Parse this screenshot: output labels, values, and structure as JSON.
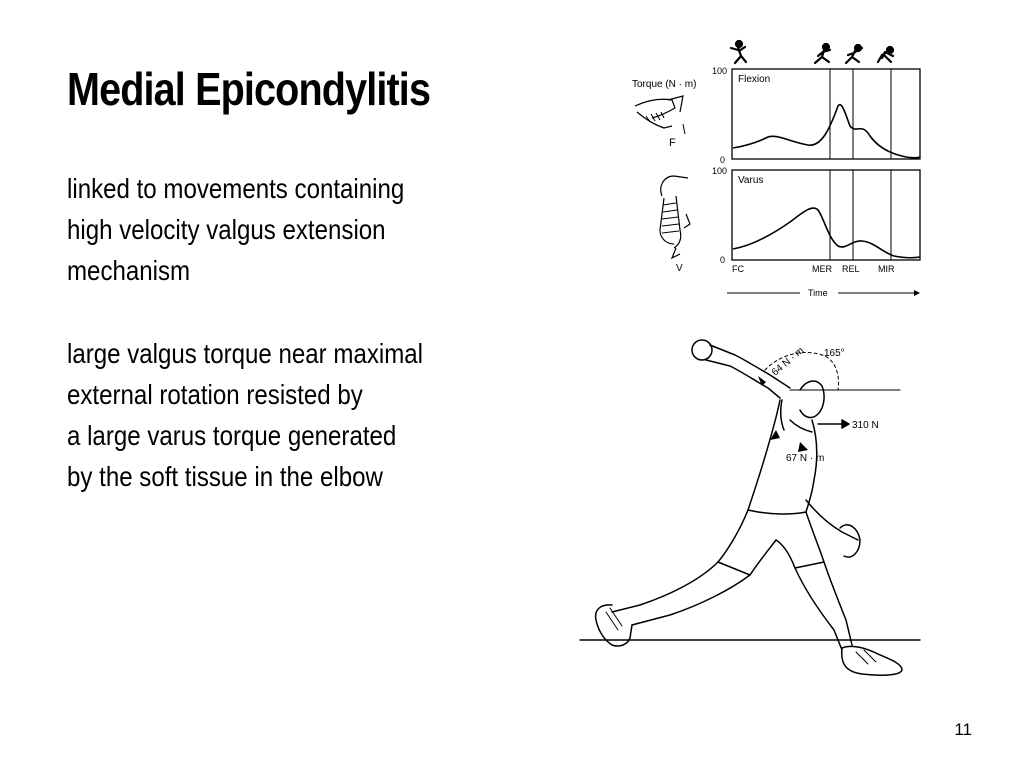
{
  "slide": {
    "title": "Medial Epicondylitis",
    "paragraph1": [
      "linked to movements containing",
      "high velocity valgus extension",
      "mechanism"
    ],
    "paragraph2": [
      "large valgus torque near maximal",
      "external rotation resisted by",
      "a large varus torque generated",
      "by the soft tissue in the elbow"
    ],
    "page_number": "11"
  },
  "figure_top": {
    "torque_label": "Torque (N · m)",
    "force_label": "F",
    "varus_force_label": "V",
    "panel1": {
      "label": "Flexion",
      "y_max": "100",
      "y_min": "0"
    },
    "panel2": {
      "label": "Varus",
      "y_max": "100",
      "y_min": "0"
    },
    "x_ticks": [
      "FC",
      "MER",
      "REL",
      "MIR"
    ],
    "time_label": "Time"
  },
  "figure_bottom": {
    "angle_label": "165°",
    "shoulder_torque_label": "64 N · m",
    "force_label": "310 N",
    "elbow_torque_label": "67 N · m"
  }
}
